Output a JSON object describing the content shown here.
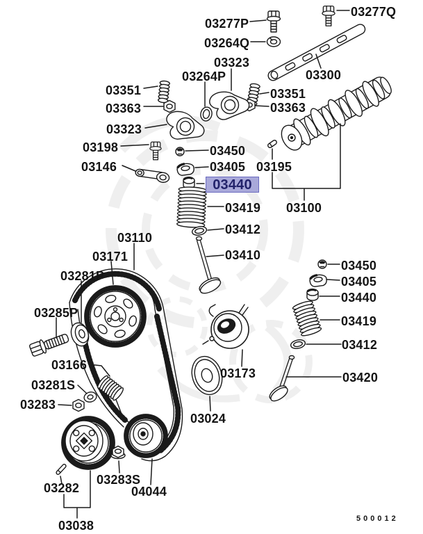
{
  "drawing_number": "500012",
  "highlight": {
    "part_number": "03440",
    "background": "#a9a9da",
    "border": "#6b6bc0",
    "text_color": "#23236b"
  },
  "labels": [
    {
      "text": "03277P"
    },
    {
      "text": "03277Q"
    },
    {
      "text": "03264Q"
    },
    {
      "text": "03323"
    },
    {
      "text": "03264P"
    },
    {
      "text": "03300"
    },
    {
      "text": "03351"
    },
    {
      "text": "03363"
    },
    {
      "text": "03351"
    },
    {
      "text": "03363"
    },
    {
      "text": "03323"
    },
    {
      "text": "03198"
    },
    {
      "text": "03146"
    },
    {
      "text": "03450"
    },
    {
      "text": "03405"
    },
    {
      "text": "03195"
    },
    {
      "text": "03440"
    },
    {
      "text": "03100"
    },
    {
      "text": "03419"
    },
    {
      "text": "03412"
    },
    {
      "text": "03410"
    },
    {
      "text": "03110"
    },
    {
      "text": "03171"
    },
    {
      "text": "03281P"
    },
    {
      "text": "03285P"
    },
    {
      "text": "03166"
    },
    {
      "text": "03281S"
    },
    {
      "text": "03283"
    },
    {
      "text": "03173"
    },
    {
      "text": "03024"
    },
    {
      "text": "03282"
    },
    {
      "text": "03283S"
    },
    {
      "text": "04044"
    },
    {
      "text": "03038"
    },
    {
      "text": "03450"
    },
    {
      "text": "03405"
    },
    {
      "text": "03440"
    },
    {
      "text": "03419"
    },
    {
      "text": "03412"
    },
    {
      "text": "03420"
    }
  ]
}
